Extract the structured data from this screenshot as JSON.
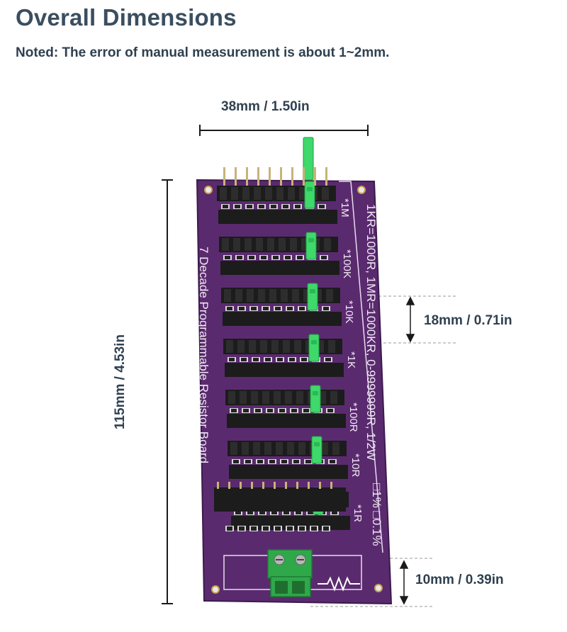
{
  "header": {
    "title": "Overall Dimensions",
    "note": "Noted: The error of manual measurement is about 1~2mm."
  },
  "dimensions": {
    "width": "38mm / 1.50in",
    "height": "115mm / 4.53in",
    "row_pitch": "18mm / 0.71in",
    "terminal": "10mm / 0.39in"
  },
  "board": {
    "name": "7 Decade Programmable Resistor Board",
    "spec": "1KR=1000R, 1MR=1000KR, 0-9999999R, 1/2W",
    "tolerance": "□1% □0.1%",
    "decades": [
      "*1M",
      "*100K",
      "*10K",
      "*1K",
      "*100R",
      "*10R",
      "*1R"
    ],
    "colors": {
      "pcb": "#5a2a6e",
      "jumper": "#3fd86a",
      "terminal": "#2fa84a",
      "header": "#1c1c1c"
    }
  }
}
